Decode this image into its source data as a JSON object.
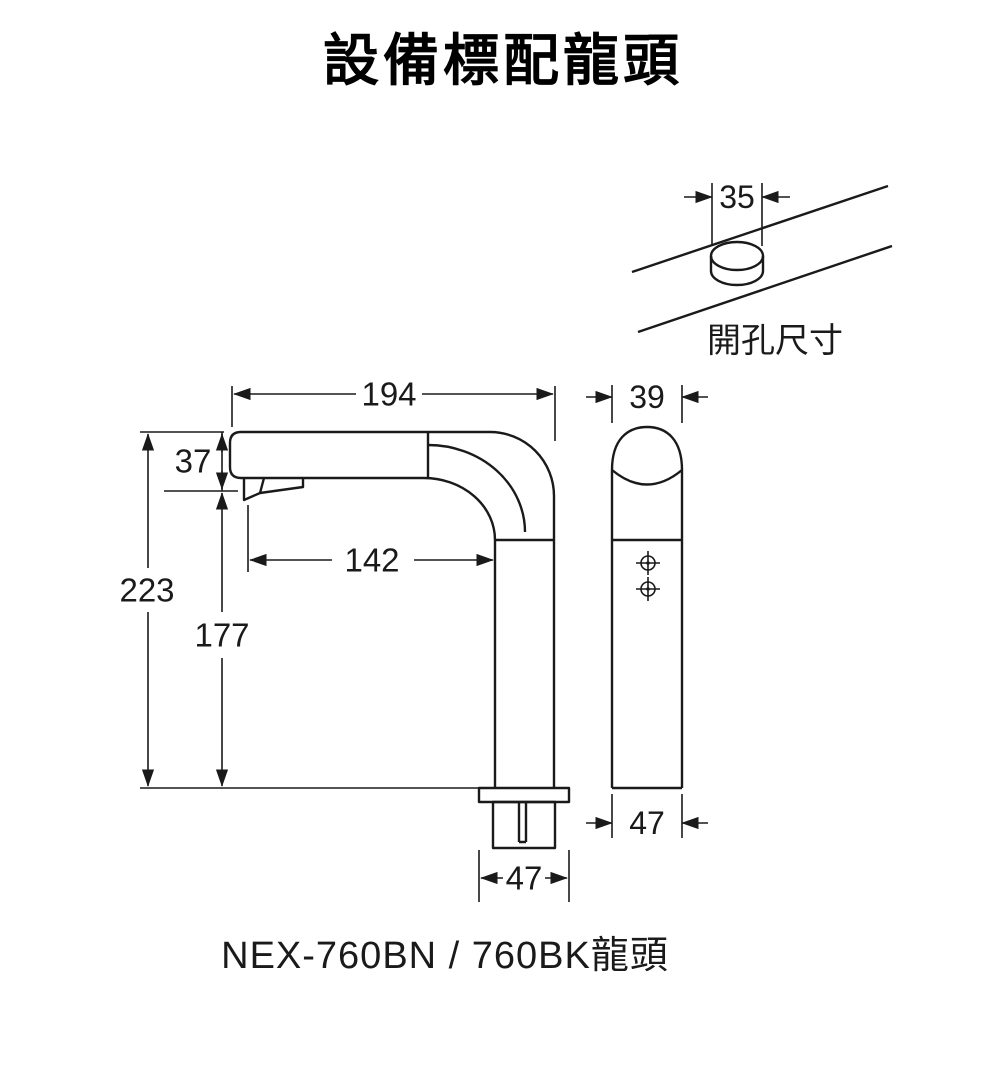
{
  "title": "設備標配龍頭",
  "caption": "NEX-760BN / 760BK龍頭",
  "hole_detail": {
    "label": "開孔尺寸",
    "dim_hole_diameter": "35"
  },
  "front_view": {
    "dim_spout_length": "194",
    "dim_spout_height": "37",
    "dim_total_height": "223",
    "dim_body_height": "177",
    "dim_spout_reach": "142",
    "dim_base_width": "47"
  },
  "side_view": {
    "dim_top_width": "39",
    "dim_base_width": "47"
  },
  "colors": {
    "line": "#1a1a1a",
    "background": "#ffffff"
  }
}
